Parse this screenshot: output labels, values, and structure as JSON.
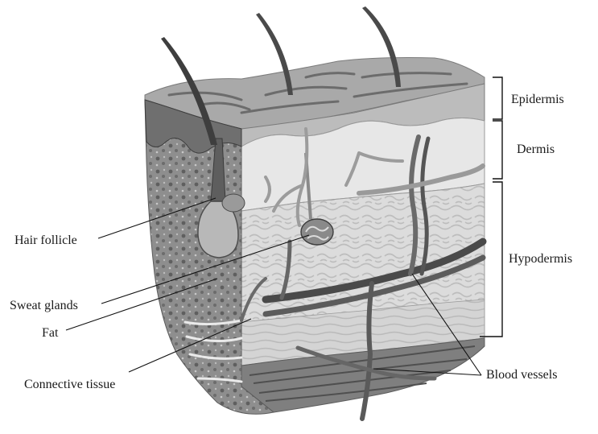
{
  "labels": {
    "epidermis": "Epidermis",
    "dermis": "Dermis",
    "hypodermis": "Hypodermis",
    "hair_follicle": "Hair follicle",
    "sweat_glands": "Sweat glands",
    "fat": "Fat",
    "connective_tissue": "Connective tissue",
    "blood_vessels": "Blood vessels"
  }
}
